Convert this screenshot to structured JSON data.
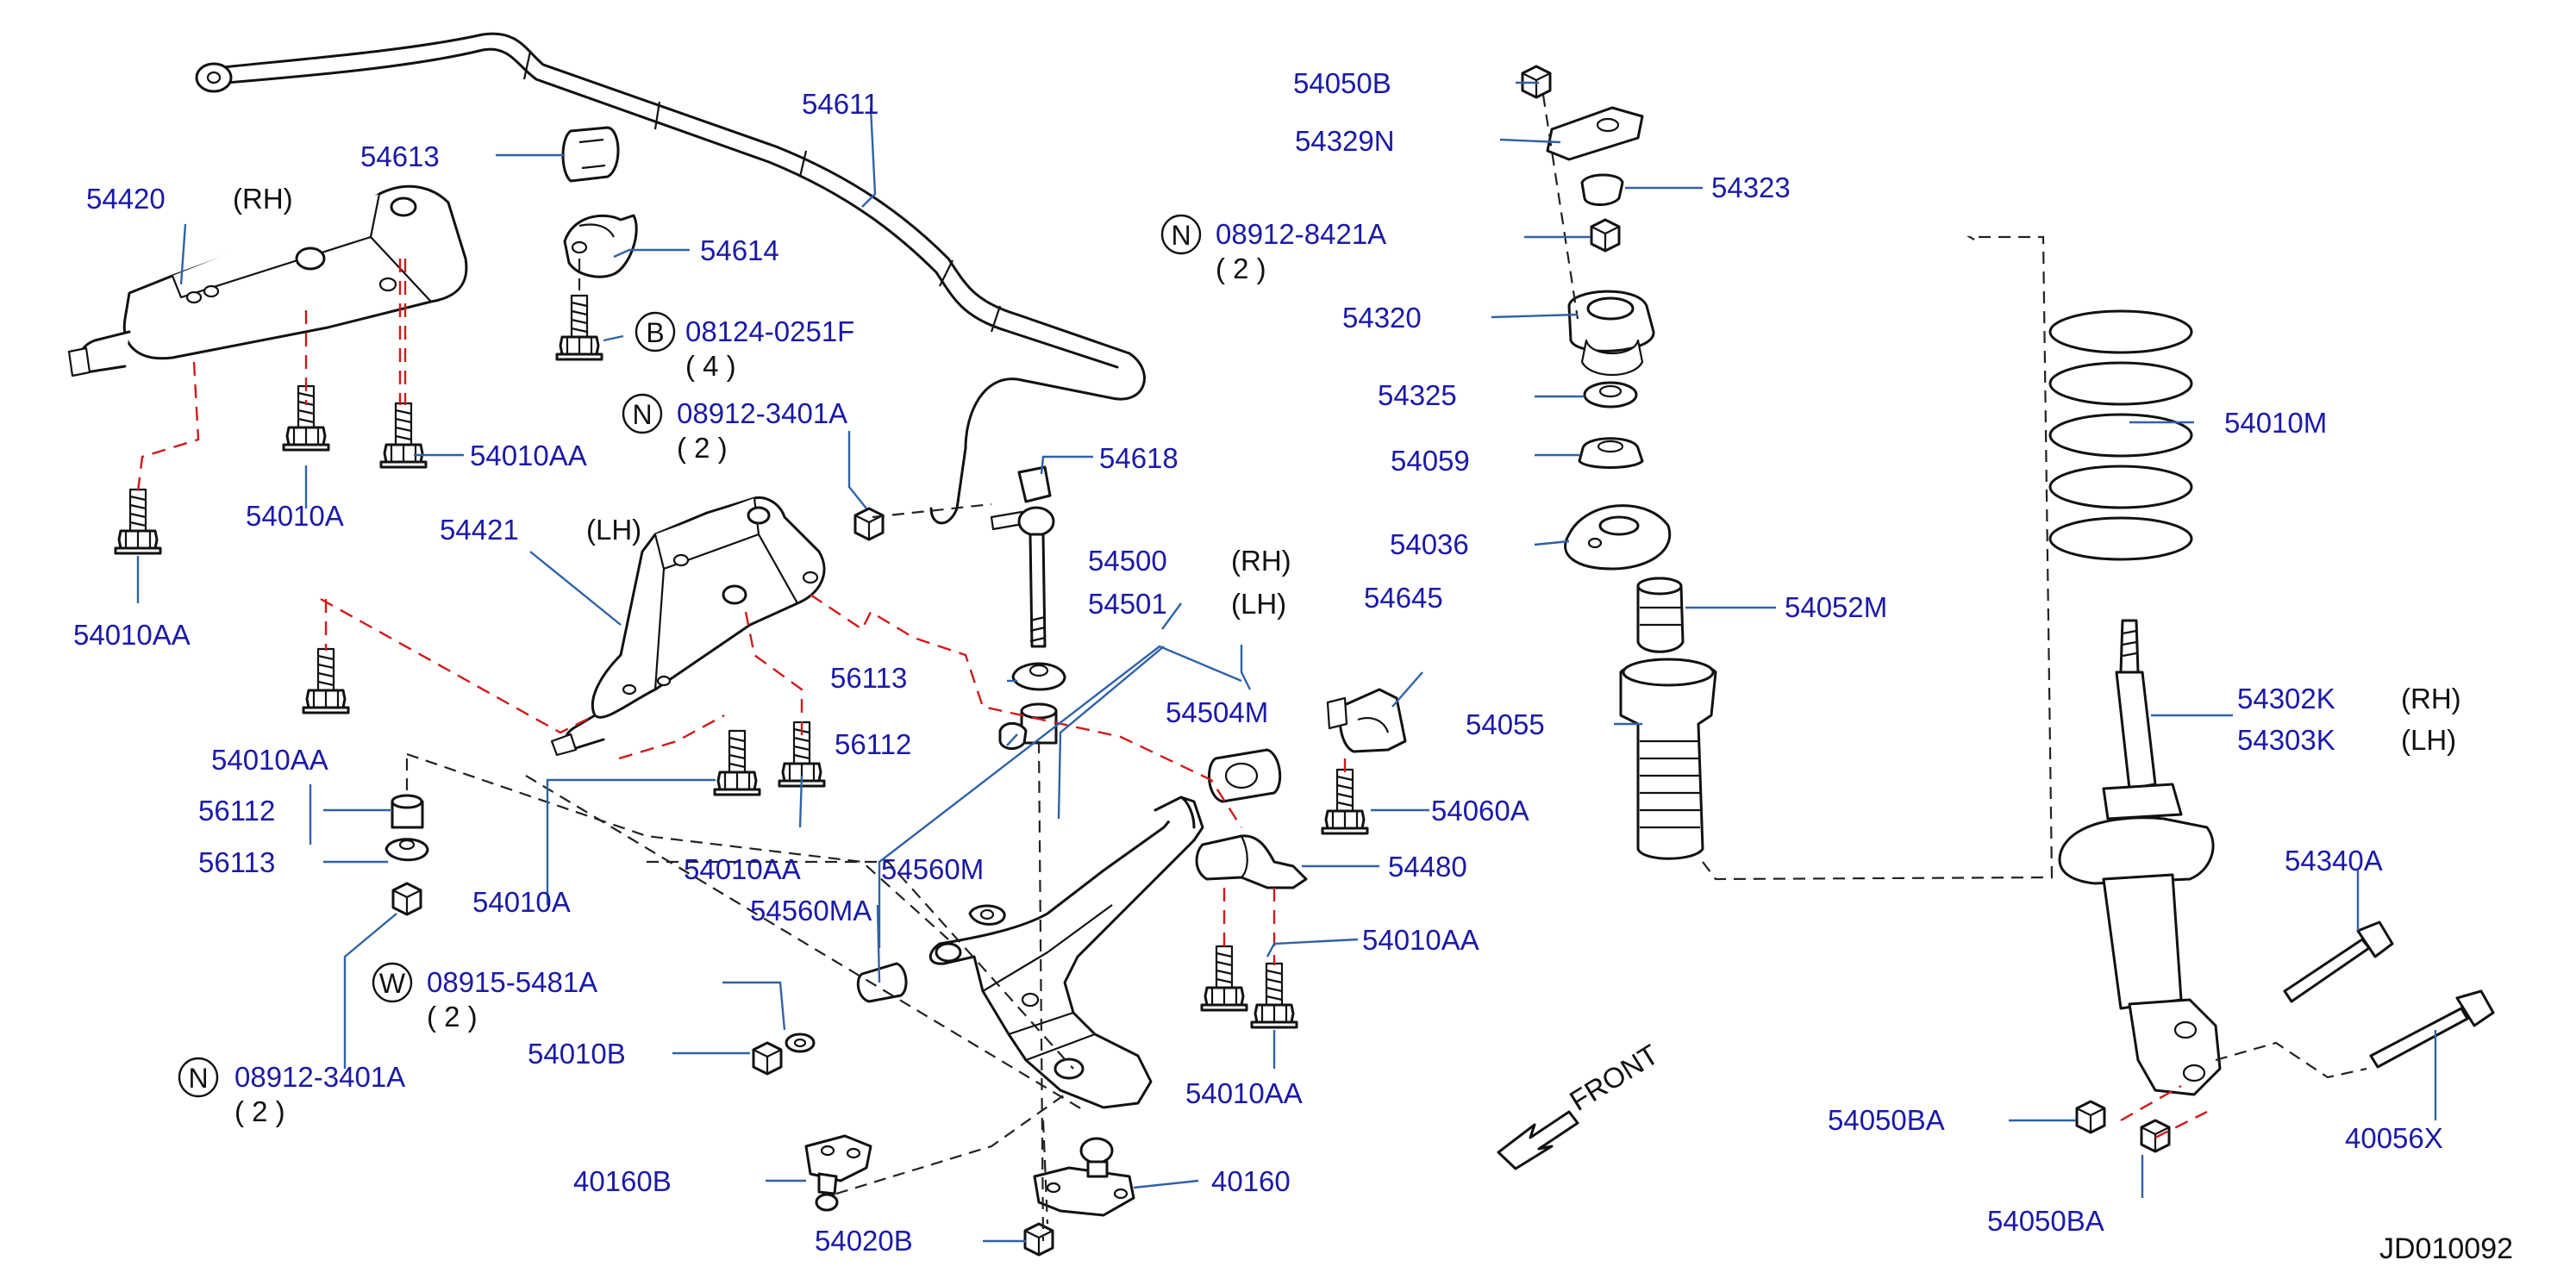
{
  "diagram_id": "JD010092",
  "front_label": "FRONT",
  "labels": {
    "p54611": "54611",
    "p54613": "54613",
    "p54420": "54420",
    "rh_54420": "(RH)",
    "p54614": "54614",
    "circle_B": "B",
    "p08124": "08124-0251F",
    "q_08124": "( 4 )",
    "circle_N1": "N",
    "p08912a": "08912-3401A",
    "q_08912a": "( 2 )",
    "p54010aa_1": "54010AA",
    "p54010a_1": "54010A",
    "p54010aa_2": "54010AA",
    "p54421": "54421",
    "lh_54421": "(LH)",
    "p54618": "54618",
    "p54500": "54500",
    "rh_54500": "(RH)",
    "p54501": "54501",
    "lh_54501": "(LH)",
    "p54010aa_3": "54010AA",
    "p56113_a": "56113",
    "p56112_a": "56112",
    "p54504m": "54504M",
    "p56112_b": "56112",
    "p56113_b": "56113",
    "p54010aa_4": "54010AA",
    "p54560m": "54560M",
    "p54010a_2": "54010A",
    "p54560ma": "54560MA",
    "circle_W": "W",
    "p08915": "08915-5481A",
    "q_08915": "( 2 )",
    "p54010b": "54010B",
    "circle_N2": "N",
    "p08912b": "08912-3401A",
    "q_08912b": "( 2 )",
    "p40160b": "40160B",
    "p54020b": "54020B",
    "p40160": "40160",
    "p54050b": "54050B",
    "p54329n": "54329N",
    "p54323": "54323",
    "circle_N3": "N",
    "p08912_8421a": "08912-8421A",
    "q_08912_8421a": "( 2 )",
    "p54320": "54320",
    "p54325": "54325",
    "p54059": "54059",
    "p54036": "54036",
    "p54052m": "54052M",
    "p54645": "54645",
    "p54055": "54055",
    "p54060a": "54060A",
    "p54480": "54480",
    "p54010aa_5": "54010AA",
    "p54010aa_6": "54010AA",
    "p54010m": "54010M",
    "p54302k": "54302K",
    "rh_54302k": "(RH)",
    "p54303k": "54303K",
    "lh_54303k": "(LH)",
    "p54340a": "54340A",
    "p54050ba_1": "54050BA",
    "p54050ba_2": "54050BA",
    "p40056x": "40056X"
  },
  "icons": {
    "front_arrow": "front-arrow-icon",
    "fastener": "bolt-icon",
    "nut": "nut-icon"
  },
  "colors": {
    "part_number": "#1a1aa8",
    "leader_line": "#2f62a8",
    "red_dashed": "#d01a1a",
    "black_dashed": "#222222",
    "drawing": "#111111"
  }
}
